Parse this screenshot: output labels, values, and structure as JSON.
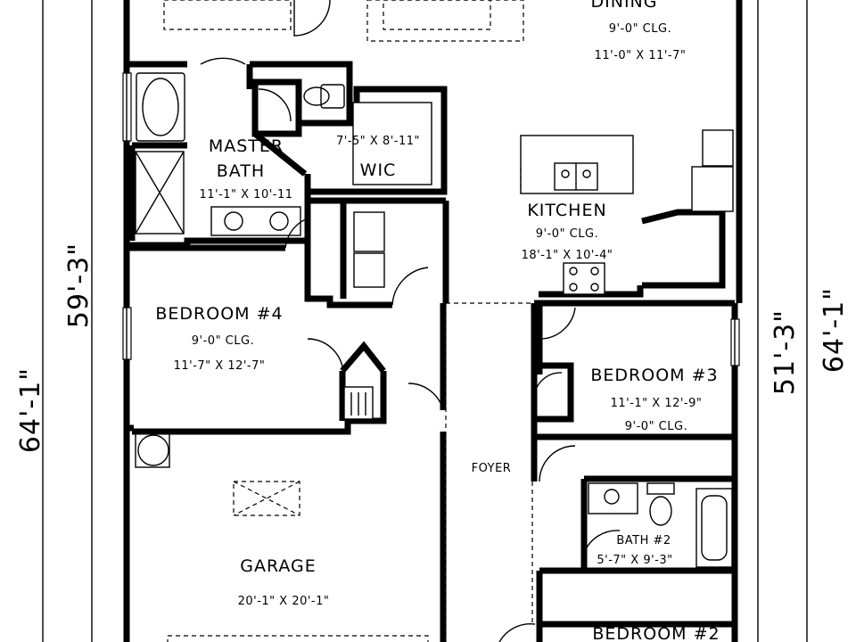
{
  "rooms": {
    "dining": {
      "name": "DINING",
      "ceiling": "9'-0\" CLG.",
      "size": "11'-0\" X 11'-7\""
    },
    "master_bath": {
      "name1": "MASTER",
      "name2": "BATH",
      "size": "11'-1\" X 10'-11"
    },
    "wic": {
      "name": "WIC",
      "size": "7'-5\" X 8'-11\""
    },
    "kitchen": {
      "name": "KITCHEN",
      "ceiling": "9'-0\" CLG.",
      "size": "18'-1\" X 10'-4\""
    },
    "bedroom4": {
      "name": "BEDROOM #4",
      "ceiling": "9'-0\" CLG.",
      "size": "11'-7\" X 12'-7\""
    },
    "bedroom3": {
      "name": "BEDROOM #3",
      "size": "11'-1\" X 12'-9\"",
      "ceiling": "9'-0\" CLG."
    },
    "foyer": {
      "name": "FOYER"
    },
    "bath2": {
      "name": "BATH #2",
      "size": "5'-7\" X 9'-3\""
    },
    "garage": {
      "name": "GARAGE",
      "size": "20'-1\" X 20'-1\""
    },
    "bedroom2": {
      "name": "BEDROOM #2"
    }
  },
  "dimensions": {
    "left_outer": "64'-1\"",
    "left_inner": "59'-3\"",
    "right_inner": "51'-3\"",
    "right_outer": "64'-1\""
  }
}
